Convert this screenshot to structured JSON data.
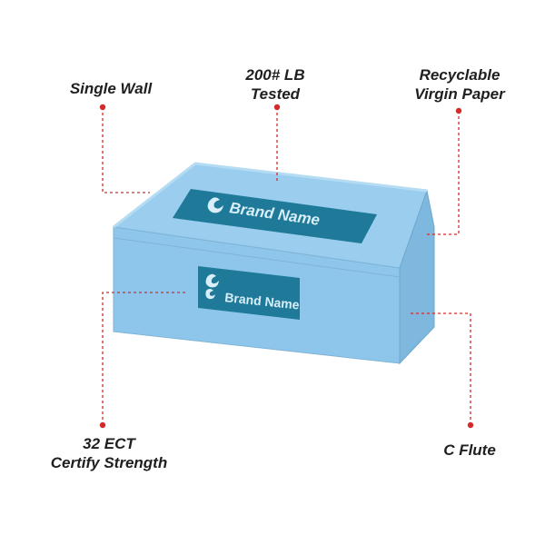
{
  "callouts": {
    "single_wall": {
      "line1": "Single Wall"
    },
    "lb_tested": {
      "line1": "200# LB",
      "line2": "Tested"
    },
    "recyclable": {
      "line1": "Recyclable",
      "line2": "Virgin Paper"
    },
    "ect": {
      "line1": "32 ECT",
      "line2": "Certify Strength"
    },
    "c_flute": {
      "line1": "C Flute"
    }
  },
  "box": {
    "lid_brand_text": "Brand Name",
    "front_brand_text": "Brand Name"
  },
  "colors": {
    "box_front": "#8ec6eb",
    "box_top": "#9acdee",
    "box_side": "#7eb8de",
    "label_panel": "#1f7a9a",
    "brand_text": "#d8eef8",
    "leader_line": "#d42a2a",
    "leader_dot": "#d42a2a"
  }
}
